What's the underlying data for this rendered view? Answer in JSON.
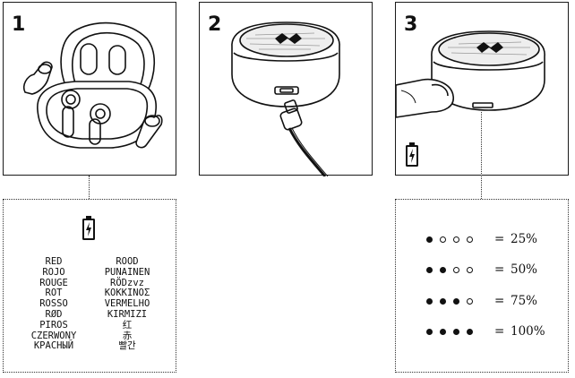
{
  "steps": [
    {
      "number": "1"
    },
    {
      "number": "2"
    },
    {
      "number": "3"
    }
  ],
  "colors_left": [
    "RED",
    "ROJO",
    "ROUGE",
    "ROT",
    "ROSSO",
    "RØD",
    "PIROS",
    "CZERWONY",
    "КРАСНЫЙ"
  ],
  "colors_right": [
    "ROOD",
    "PUNAINEN",
    "RÖDzvz",
    "ΚΟΚΚΙΝΟΣ",
    "VERMELHO",
    "KIRMIZI",
    "红",
    "赤",
    "빨간"
  ],
  "battery_levels": [
    {
      "filled": 1,
      "empty": 3,
      "equals": "=",
      "percent": "25%"
    },
    {
      "filled": 2,
      "empty": 2,
      "equals": "=",
      "percent": "50%"
    },
    {
      "filled": 3,
      "empty": 1,
      "equals": "=",
      "percent": "75%"
    },
    {
      "filled": 4,
      "empty": 0,
      "equals": "=",
      "percent": "100%"
    }
  ],
  "icons": [
    "battery-charging-icon"
  ]
}
